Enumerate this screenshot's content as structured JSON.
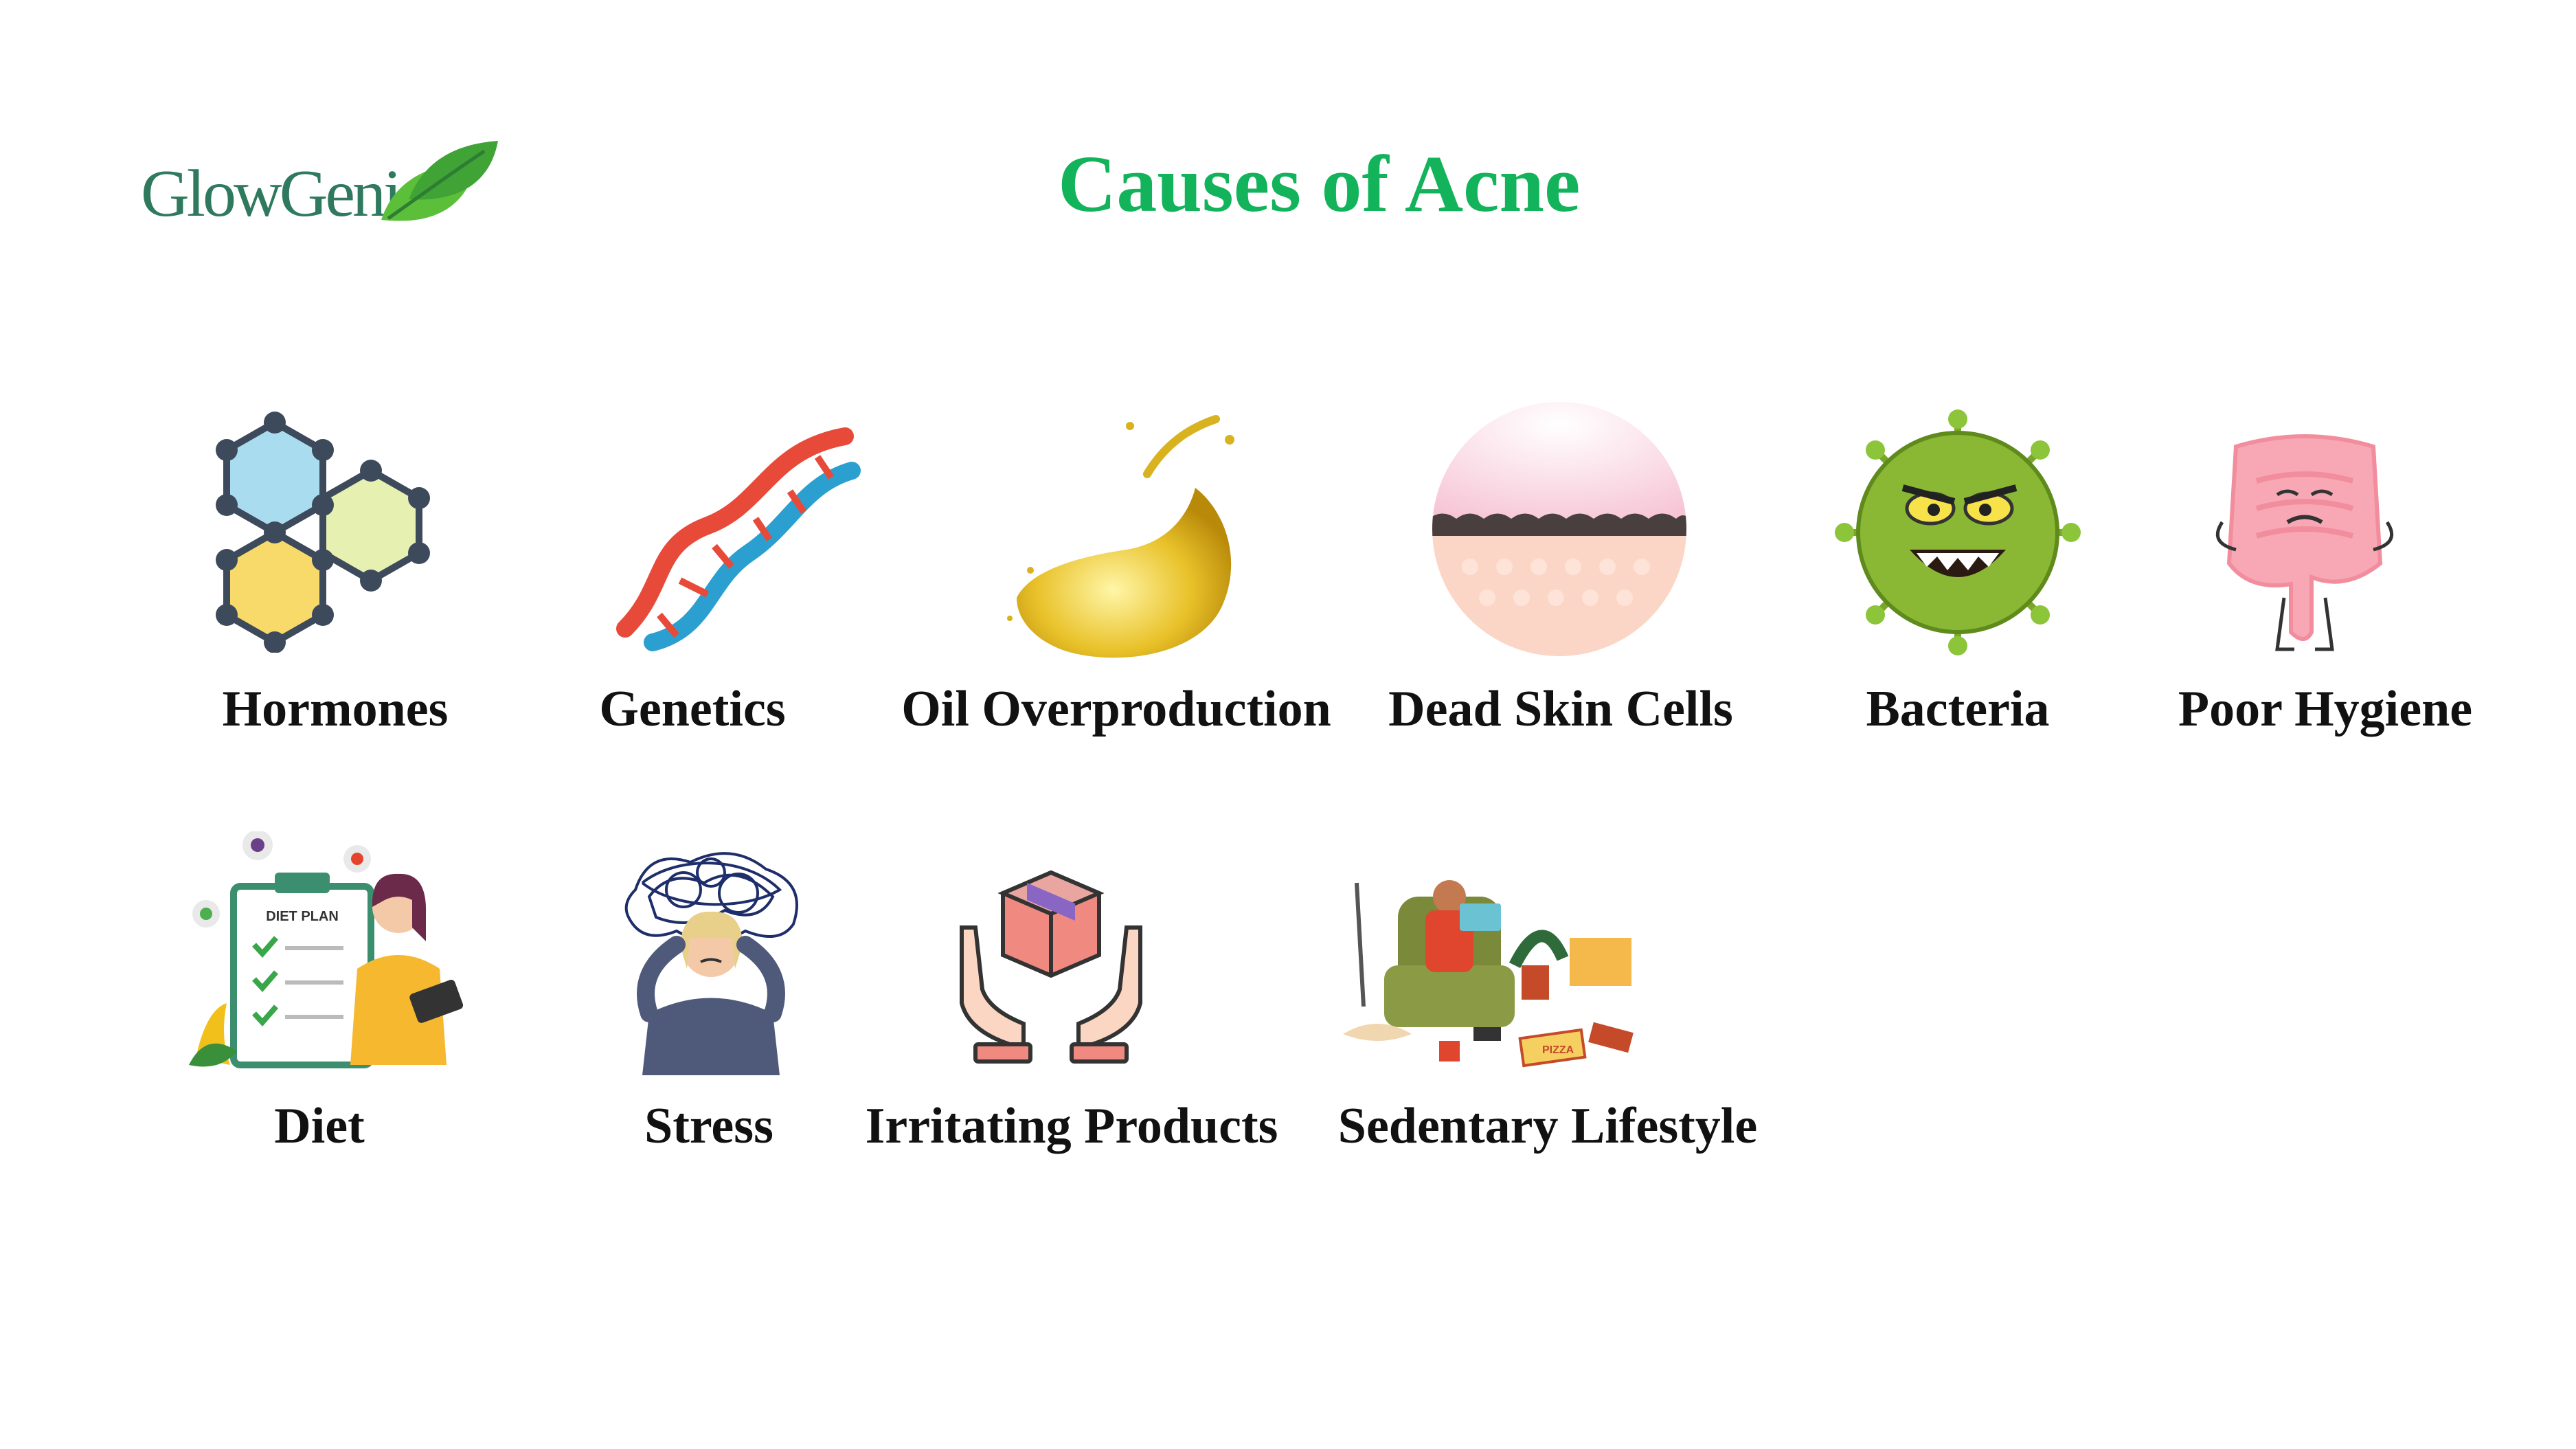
{
  "logo": {
    "text": "GlowGenie"
  },
  "title": "Causes of Acne",
  "causes": [
    {
      "label": "Hormones",
      "icon": "hexagon-molecule-icon"
    },
    {
      "label": "Genetics",
      "icon": "dna-icon"
    },
    {
      "label": "Oil Overproduction",
      "icon": "oil-splash-icon"
    },
    {
      "label": "Dead Skin Cells",
      "icon": "skin-layer-icon"
    },
    {
      "label": "Bacteria",
      "icon": "bacteria-icon"
    },
    {
      "label": "Poor Hygiene",
      "icon": "sad-intestine-icon"
    },
    {
      "label": "Diet",
      "icon": "diet-plan-icon"
    },
    {
      "label": "Stress",
      "icon": "stressed-person-icon"
    },
    {
      "label": "Irritating Products",
      "icon": "hands-box-icon"
    },
    {
      "label": "Sedentary Lifestyle",
      "icon": "messy-room-icon"
    }
  ],
  "diet_plan_text": "DIET PLAN",
  "pizza_text": "PIZZA",
  "colors": {
    "title": "#13b35b",
    "logo": "#2f7a5e",
    "leaf": "#4caf50"
  }
}
